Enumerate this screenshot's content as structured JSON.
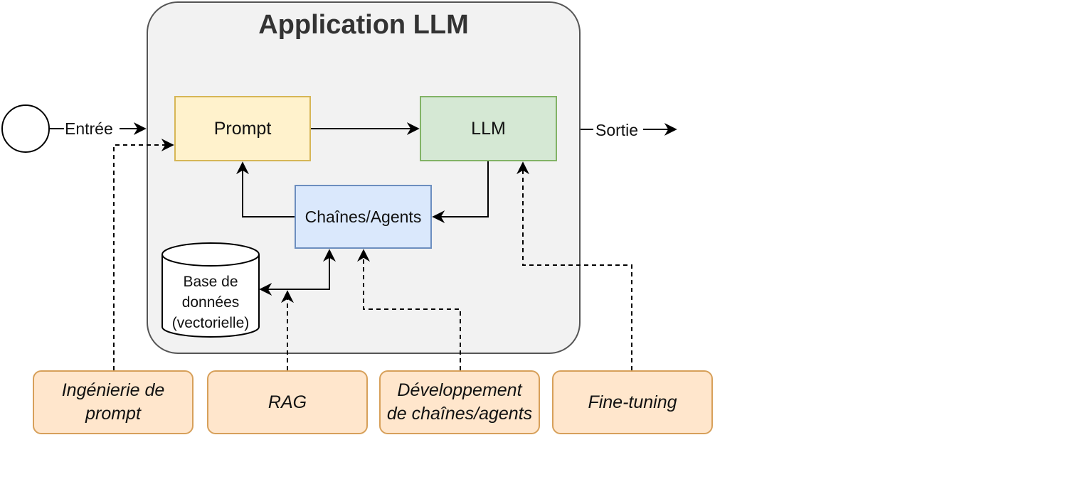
{
  "diagram": {
    "title": "Application LLM",
    "input_label": "Entrée",
    "output_label": "Sortie",
    "nodes": {
      "prompt": "Prompt",
      "llm": "LLM",
      "chains_agents": "Chaînes/Agents",
      "database": [
        "Base de",
        "données",
        "(vectorielle)"
      ]
    },
    "practices": [
      {
        "line1": "Ingénierie de",
        "line2": "prompt"
      },
      {
        "line1": "RAG",
        "line2": ""
      },
      {
        "line1": "Développement",
        "line2": "de chaînes/agents"
      },
      {
        "line1": "Fine-tuning",
        "line2": ""
      }
    ],
    "colors": {
      "prompt_fill": "#fff2cc",
      "llm_fill": "#d5e8d4",
      "chains_fill": "#dae8fc",
      "practice_fill": "#ffe6cc",
      "frame_fill": "#f2f2f2"
    }
  }
}
